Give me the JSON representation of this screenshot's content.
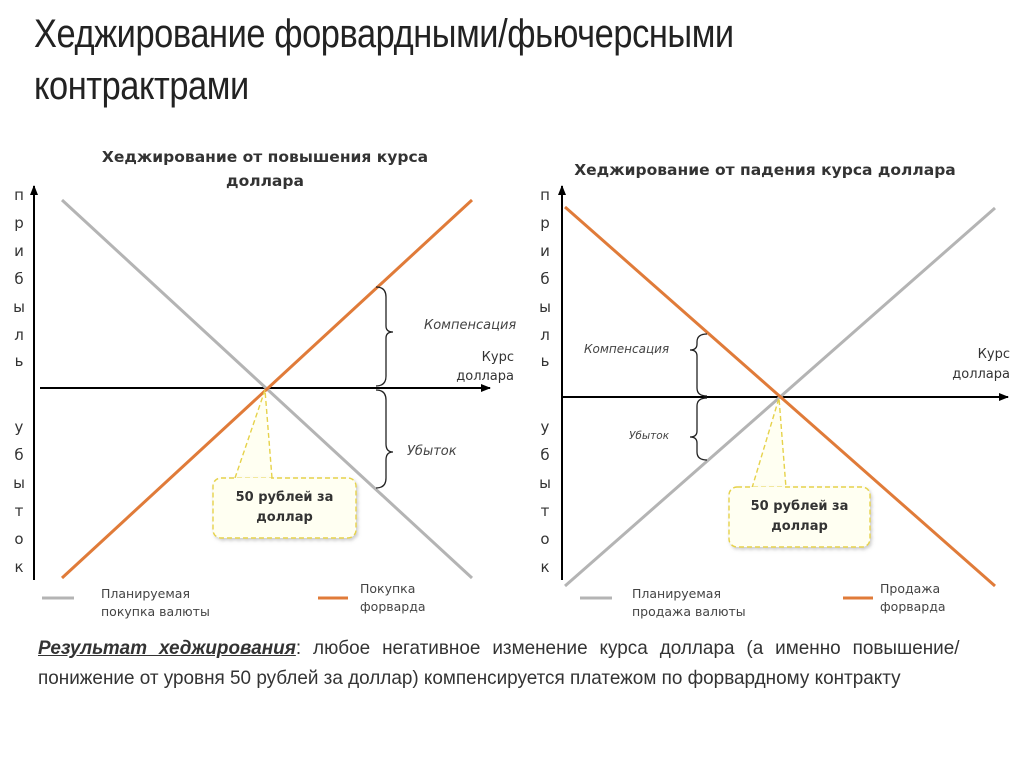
{
  "page": {
    "title_line1": "Хеджирование форвардными/фьючерсными",
    "title_line2": "контрактрами"
  },
  "colors": {
    "orange_line": "#E07B39",
    "gray_line": "#B4B4B4",
    "axis": "#000000",
    "callout_border": "#E6D24A",
    "callout_fill": "#FFFFF2"
  },
  "left_chart": {
    "title_line1": "Хеджирование от повышения курса",
    "title_line2": "доллара",
    "y_axis_top_letters": [
      "п",
      "р",
      "и",
      "б",
      "ы",
      "л",
      "ь"
    ],
    "y_axis_bottom_letters": [
      "у",
      "б",
      "ы",
      "т",
      "о",
      "к"
    ],
    "x_axis_label_line1": "Курс",
    "x_axis_label_line2": "доллара",
    "brace_upper_label": "Компенсация",
    "brace_lower_label": "Убыток",
    "callout_line1": "50 рублей за",
    "callout_line2": "доллар",
    "legend": [
      {
        "label_line1": "Планируемая",
        "label_line2": "покупка валюты",
        "color": "#B4B4B4"
      },
      {
        "label_line1": "Покупка",
        "label_line2": "форварда",
        "color": "#E07B39"
      }
    ]
  },
  "right_chart": {
    "title": "Хеджирование от падения курса доллара",
    "y_axis_top_letters": [
      "п",
      "р",
      "и",
      "б",
      "ы",
      "л",
      "ь"
    ],
    "y_axis_bottom_letters": [
      "у",
      "б",
      "ы",
      "т",
      "о",
      "к"
    ],
    "x_axis_label_line1": "Курс",
    "x_axis_label_line2": "доллара",
    "brace_upper_label": "Компенсация",
    "brace_lower_label": "Убыток",
    "callout_line1": "50 рублей за",
    "callout_line2": "доллар",
    "legend": [
      {
        "label_line1": "Планируемая",
        "label_line2": "продажа валюты",
        "color": "#B4B4B4"
      },
      {
        "label_line1": "Продажа",
        "label_line2": "форварда",
        "color": "#E07B39"
      }
    ]
  },
  "result": {
    "heading": "Результат хеджирования",
    "text": ": любое негативное изменение курса доллара (а именно повышение/понижение от уровня 50 рублей за доллар) компенсируется платежом по форвардному контракту"
  }
}
